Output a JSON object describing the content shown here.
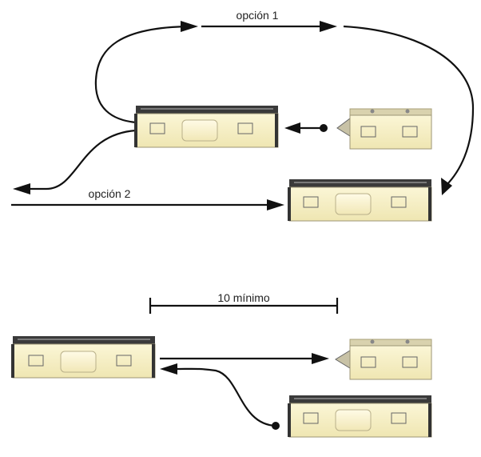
{
  "labels": {
    "option1": "opción 1",
    "option2": "opción 2",
    "min_distance": "10 mínimo"
  },
  "colors": {
    "car_body": "#f7f0c4",
    "car_roof": "#3a3a3a",
    "line": "#111111"
  }
}
